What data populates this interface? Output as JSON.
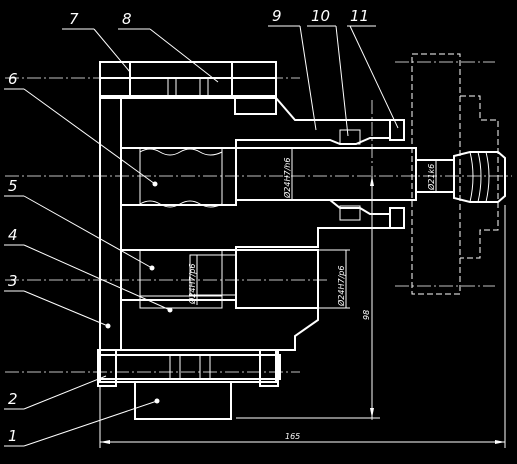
{
  "drawing": {
    "background": "#000000",
    "line_color": "#ffffff",
    "part_labels": [
      "1",
      "2",
      "3",
      "4",
      "5",
      "6",
      "7",
      "8",
      "9",
      "10",
      "11"
    ],
    "dimensions": {
      "overall_length": "165",
      "height_98": "98",
      "shaft_fit": "Ø24H7/h6",
      "gear_fit_upper": "Ø24H7/p6",
      "gear_fit_lower": "Ø24H7/p6",
      "shaft_end": "Ø21k6"
    }
  }
}
